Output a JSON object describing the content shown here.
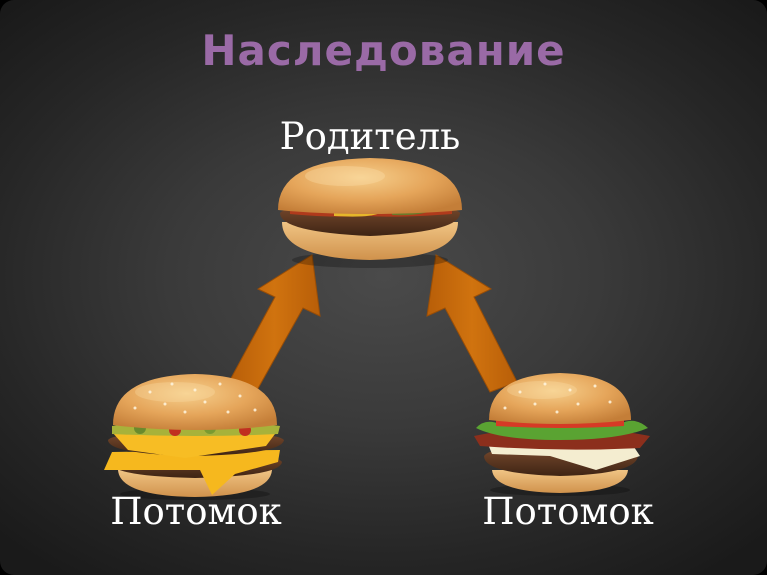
{
  "slide": {
    "title": "Наследование",
    "parent": {
      "label": "Родитель",
      "icon": "plain-hamburger"
    },
    "children": [
      {
        "label": "Потомок",
        "icon": "cheeseburger"
      },
      {
        "label": "Потомок",
        "icon": "bacon-burger"
      }
    ]
  },
  "colors": {
    "title": "#9a6aa6",
    "label": "#ffffff",
    "arrow": "#c8680c",
    "bun": "#e8a858",
    "patty": "#5a3520",
    "cheese": "#f5b820",
    "lettuce": "#5aa332"
  }
}
